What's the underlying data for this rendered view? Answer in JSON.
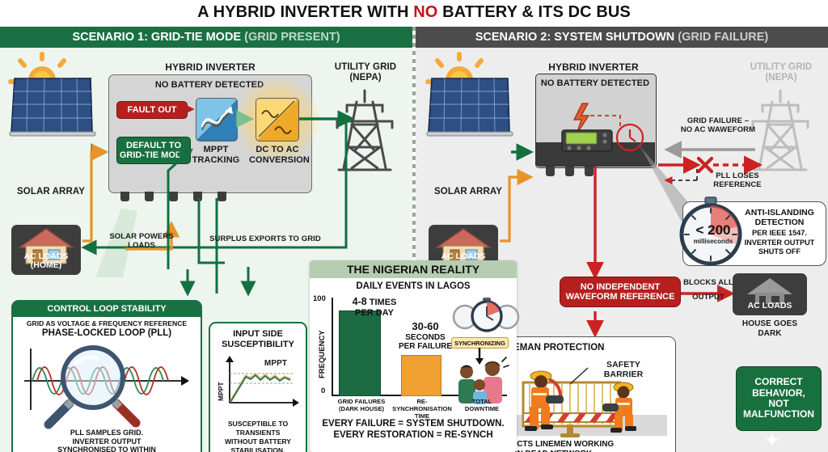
{
  "title": {
    "pre": "A HYBRID INVERTER WITH ",
    "highlight": "NO",
    "post": " BATTERY & ITS DC BUS",
    "highlight_color": "#c0161c"
  },
  "scenarios": [
    {
      "id": "grid-tie",
      "label": "SCENARIO 1: GRID-TIE MODE ",
      "sub": "(GRID PRESENT)",
      "color": "#1b7043"
    },
    {
      "id": "shutdown",
      "label": "SCENARIO 2: SYSTEM SHUTDOWN ",
      "sub": "(GRID FAILURE)",
      "color": "#4c4c4c"
    }
  ],
  "left": {
    "solar_label": "SOLAR ARRAY",
    "inverter_title": "HYBRID INVERTER",
    "inverter_status": "NO BATTERY DETECTED",
    "fault_pill": "FAULT OUT",
    "default_pill": "DEFAULT TO\nGRID-TIE MODE",
    "mppt_label": "MPPT\nTRACKING",
    "dcac_label": "DC TO AC\nCONVERSION",
    "grid_label": "UTILITY GRID\n(NEPA)",
    "ac_loads": "AC LOADS\n(HOME)",
    "flow_solar_powers": "SOLAR POWERS\nLOADS",
    "flow_surplus": "SURPLUS EXPORTS TO GRID",
    "control_loop": {
      "header": "CONTROL LOOP STABILITY",
      "line1": "GRID AS VOLTAGE & FREQUENCY REFERENCE",
      "line2": "PHASE-LOCKED LOOP (PLL)",
      "caption": "PLL SAMPLES GRID.\nINVERTER OUTPUT\nSYNCHRONISED TO WITHIN\nMICROSECONDS"
    },
    "input_side": {
      "title": "INPUT SIDE\nSUSCEPTIBILITY",
      "axis_label": "MPPT",
      "series_label": "MPPT",
      "caption": "SUSCEPTIBLE TO\nTRANSIENTS\nWITHOUT BATTERY\nSTABILISATION.\nGRID COMPENSATES"
    }
  },
  "right": {
    "solar_label": "SOLAR ARRAY",
    "inverter_title": "HYBRID INVERTER",
    "inverter_status": "NO BATTERY DETECTED",
    "grid_label": "UTILITY GRID\n(NEPA)",
    "grid_failure_note": "GRID FAILURE –\nNO AC WAWEFORM",
    "pll_note": "PLL LOSES\nREFERENCE",
    "ac_loads": "AC LOADS\n(HOME)",
    "anti_islanding": {
      "value": "< 200",
      "unit": "milliseconds",
      "title": "ANTI-ISLANDING\nDETECTION",
      "body": "PER IEEE 1547.\nINVERTER OUTPUT\nSHUTS OFF"
    },
    "no_ref_pill": "NO INDEPENDENT\nWAVEFORM REFERENCE",
    "blocks_all": "BLOCKS ALL",
    "output_word": "OUTPUT",
    "ac_loads_right": "AC LOADS",
    "house_dark": "HOUSE GOES\nDARK",
    "lineman": {
      "header": "LINEMAN PROTECTION",
      "safety_barrier": "SAFETY\nBARRIER",
      "caption": "PROTECTS LINEMEN WORKING\nON DEAD NETWORK"
    },
    "correct_behavior": "CORRECT\nBEHAVIOR,\nNOT\nMALFUNCTION"
  },
  "chart_data": {
    "type": "bar",
    "title": "THE NIGERIAN REALITY",
    "subtitle": "DAILY EVENTS IN LAGOS",
    "xlabel": "",
    "ylabel": "FREQUENCY",
    "ylim": [
      0,
      100
    ],
    "ytick_labels": [
      "0",
      "100"
    ],
    "categories": [
      "GRID FAILURES\n(DARK HOUSE)",
      "RE-SYNCHRONISATION\nTIME",
      "TOTAL\nDOWNTIME"
    ],
    "values": [
      85,
      40,
      null
    ],
    "colors": [
      "#1b6b43",
      "#f0a030",
      null
    ],
    "annotations": [
      {
        "category": "GRID FAILURES (DARK HOUSE)",
        "big": "4-8 TIMES",
        "small": "PER DAY"
      },
      {
        "category": "RE-SYNCHRONISATION TIME",
        "big": "30-60",
        "small": "SECONDS\nPER FAILURE"
      },
      {
        "category": "TOTAL DOWNTIME",
        "badge": "SYNCHRONIZING"
      }
    ],
    "grid": false,
    "legend": "none",
    "footer": "EVERY FAILURE = SYSTEM SHUTDOWN.\nEVERY RESTORATION = RE-SYNCH"
  }
}
